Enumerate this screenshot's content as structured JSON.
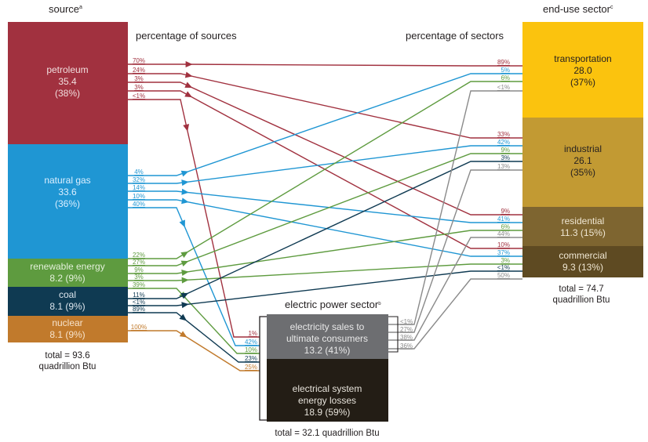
{
  "headers": {
    "source": "source",
    "source_note": "a",
    "end_use": "end-use sector",
    "end_use_note": "c",
    "pct_sources": "percentage of sources",
    "pct_sectors": "percentage of sectors",
    "electric": "electric power sector",
    "electric_note": "b"
  },
  "colors": {
    "petroleum": "#a1313f",
    "natural_gas": "#1f96d3",
    "renewable": "#5e9b3f",
    "coal": "#0f3a52",
    "nuclear": "#c17a2c",
    "transportation": "#fbc30e",
    "industrial": "#c29a33",
    "residential": "#7e6530",
    "commercial": "#5e4a22",
    "elec_sales": "#6d6e71",
    "elec_losses": "#231d15",
    "elec_line": "#8a8a8a"
  },
  "sources": [
    {
      "id": "petroleum",
      "name": "petroleum",
      "value": "35.4",
      "share": "(38%)"
    },
    {
      "id": "natural_gas",
      "name": "natural gas",
      "value": "33.6",
      "share": "(36%)"
    },
    {
      "id": "renewable",
      "name": "renewable energy",
      "value": "8.2 (9%)"
    },
    {
      "id": "coal",
      "name": "coal",
      "value": "8.1 (9%)"
    },
    {
      "id": "nuclear",
      "name": "nuclear",
      "value": "8.1 (9%)"
    }
  ],
  "source_total": {
    "line1": "total = 93.6",
    "line2": "quadrillion Btu"
  },
  "sectors": [
    {
      "id": "transportation",
      "name": "transportation",
      "value": "28.0",
      "share": "(37%)"
    },
    {
      "id": "industrial",
      "name": "industrial",
      "value": "26.1",
      "share": "(35%)"
    },
    {
      "id": "residential",
      "name": "residential",
      "value": "11.3 (15%)"
    },
    {
      "id": "commercial",
      "name": "commercial",
      "value": "9.3 (13%)"
    }
  ],
  "sector_total": {
    "line1": "total = 74.7",
    "line2": "quadrillion Btu"
  },
  "electric": {
    "sales": {
      "line1": "electricity sales to",
      "line2": "ultimate consumers",
      "line3": "13.2 (41%)"
    },
    "losses": {
      "line1": "electrical system",
      "line2": "energy losses",
      "line3": "18.9 (59%)"
    },
    "total": "total = 32.1 quadrillion Btu"
  },
  "flows": [
    {
      "from": "petroleum",
      "to": "transportation",
      "src_pct": "70%",
      "dst_pct": "89%"
    },
    {
      "from": "petroleum",
      "to": "industrial",
      "src_pct": "24%",
      "dst_pct": "33%"
    },
    {
      "from": "petroleum",
      "to": "residential",
      "src_pct": "3%",
      "dst_pct": "9%"
    },
    {
      "from": "petroleum",
      "to": "commercial",
      "src_pct": "3%",
      "dst_pct": "10%"
    },
    {
      "from": "petroleum",
      "to": "electric",
      "src_pct": "<1%",
      "dst_pct": "1%"
    },
    {
      "from": "natural_gas",
      "to": "transportation",
      "src_pct": "4%",
      "dst_pct": "5%"
    },
    {
      "from": "natural_gas",
      "to": "industrial",
      "src_pct": "32%",
      "dst_pct": "42%"
    },
    {
      "from": "natural_gas",
      "to": "residential",
      "src_pct": "14%",
      "dst_pct": "41%"
    },
    {
      "from": "natural_gas",
      "to": "commercial",
      "src_pct": "10%",
      "dst_pct": "37%"
    },
    {
      "from": "natural_gas",
      "to": "electric",
      "src_pct": "40%",
      "dst_pct": "42%"
    },
    {
      "from": "renewable",
      "to": "transportation",
      "src_pct": "22%",
      "dst_pct": "6%"
    },
    {
      "from": "renewable",
      "to": "industrial",
      "src_pct": "27%",
      "dst_pct": "9%"
    },
    {
      "from": "renewable",
      "to": "residential",
      "src_pct": "9%",
      "dst_pct": "6%"
    },
    {
      "from": "renewable",
      "to": "commercial",
      "src_pct": "3%",
      "dst_pct": "3%"
    },
    {
      "from": "renewable",
      "to": "electric",
      "src_pct": "39%",
      "dst_pct": "10%"
    },
    {
      "from": "coal",
      "to": "industrial",
      "src_pct": "11%",
      "dst_pct": "3%"
    },
    {
      "from": "coal",
      "to": "commercial",
      "src_pct": "<1%",
      "dst_pct": "<1%"
    },
    {
      "from": "coal",
      "to": "electric",
      "src_pct": "89%",
      "dst_pct": "23%"
    },
    {
      "from": "nuclear",
      "to": "electric",
      "src_pct": "100%",
      "dst_pct": "25%"
    },
    {
      "from": "elec_sales",
      "to": "transportation",
      "src_pct": "<1%",
      "dst_pct": "<1%"
    },
    {
      "from": "elec_sales",
      "to": "industrial",
      "src_pct": "27%",
      "dst_pct": "13%"
    },
    {
      "from": "elec_sales",
      "to": "residential",
      "src_pct": "38%",
      "dst_pct": "44%"
    },
    {
      "from": "elec_sales",
      "to": "commercial",
      "src_pct": "36%",
      "dst_pct": "50%"
    }
  ]
}
